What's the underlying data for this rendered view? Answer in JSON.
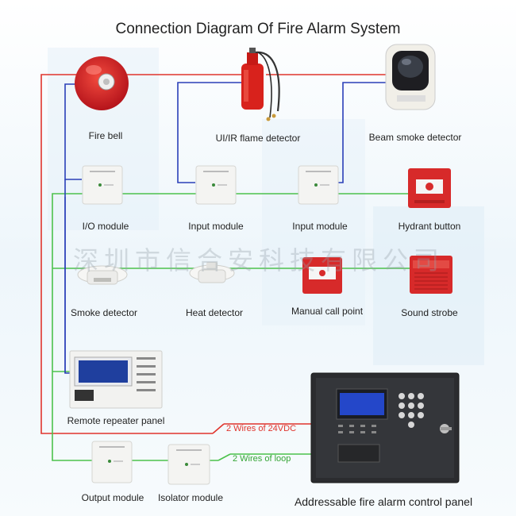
{
  "title": "Connection Diagram Of Fire Alarm System",
  "watermark": "深圳市信合安科技有限公司",
  "devices": {
    "fire_bell": "Fire bell",
    "flame_detector": "UI/IR flame detector",
    "beam_smoke_detector": "Beam smoke detector",
    "io_module": "I/O module",
    "input_module_1": "Input module",
    "input_module_2": "Input module",
    "hydrant_button": "Hydrant button",
    "smoke_detector": "Smoke detector",
    "heat_detector": "Heat detector",
    "manual_call_point": "Manual call point",
    "sound_strobe": "Sound strobe",
    "remote_repeater_panel": "Remote repeater panel",
    "output_module": "Output module",
    "isolator_module": "Isolator module",
    "control_panel": "Addressable fire alarm control panel"
  },
  "wires": {
    "power": "2 Wires of 24VDC",
    "loop": "2 Wires of loop"
  },
  "colors": {
    "power_wire": "#e0342c",
    "loop_wire": "#4cc24c",
    "signal_wire": "#2a3fb8",
    "device_red": "#d72a2a"
  }
}
